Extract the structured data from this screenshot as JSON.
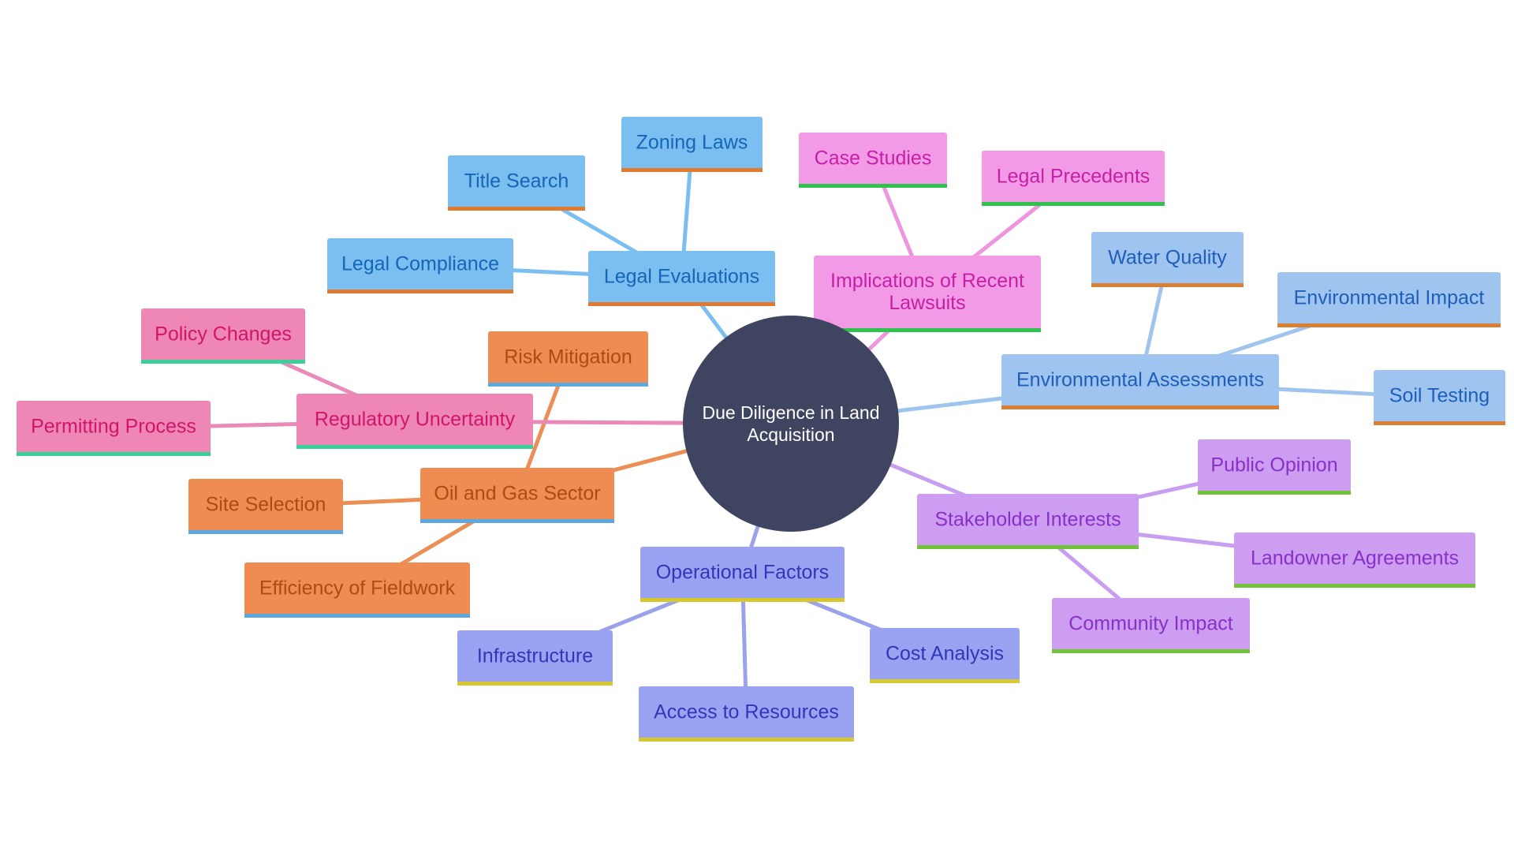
{
  "center": {
    "lines": [
      "Due Diligence in Land",
      "Acquisition"
    ],
    "fill": "#3f4560"
  },
  "branches": [
    {
      "id": "legal-evaluations",
      "label": [
        "Legal Evaluations"
      ],
      "fill": "#7bbef0",
      "text": "#1565b8",
      "underline": "#e07a30",
      "line": "#7bbef0",
      "children": [
        {
          "id": "zoning-laws",
          "label": [
            "Zoning Laws"
          ]
        },
        {
          "id": "title-search",
          "label": [
            "Title Search"
          ]
        },
        {
          "id": "legal-compliance",
          "label": [
            "Legal Compliance"
          ]
        }
      ]
    },
    {
      "id": "implications-of-recent-lawsuits",
      "label": [
        "Implications of Recent",
        "Lawsuits"
      ],
      "fill": "#f39ae6",
      "text": "#c51fa8",
      "underline": "#2fc24f",
      "line": "#ee95e0",
      "children": [
        {
          "id": "case-studies",
          "label": [
            "Case Studies"
          ]
        },
        {
          "id": "legal-precedents",
          "label": [
            "Legal Precedents"
          ]
        }
      ]
    },
    {
      "id": "environmental-assessments",
      "label": [
        "Environmental Assessments"
      ],
      "fill": "#9fc4f0",
      "text": "#1d5fb8",
      "underline": "#d98032",
      "line": "#9fc4ee",
      "children": [
        {
          "id": "water-quality",
          "label": [
            "Water Quality"
          ]
        },
        {
          "id": "environmental-impact",
          "label": [
            "Environmental Impact"
          ]
        },
        {
          "id": "soil-testing",
          "label": [
            "Soil Testing"
          ]
        }
      ]
    },
    {
      "id": "stakeholder-interests",
      "label": [
        "Stakeholder Interests"
      ],
      "fill": "#cc9df0",
      "text": "#8a2fc8",
      "underline": "#72c23a",
      "line": "#c89ef0",
      "children": [
        {
          "id": "public-opinion",
          "label": [
            "Public Opinion"
          ]
        },
        {
          "id": "landowner-agreements",
          "label": [
            "Landowner Agreements"
          ]
        },
        {
          "id": "community-impact",
          "label": [
            "Community Impact"
          ]
        }
      ]
    },
    {
      "id": "operational-factors",
      "label": [
        "Operational Factors"
      ],
      "fill": "#9aa2f2",
      "text": "#3036b8",
      "underline": "#d6c82e",
      "line": "#9aa2ec",
      "children": [
        {
          "id": "infrastructure",
          "label": [
            "Infrastructure"
          ]
        },
        {
          "id": "access-to-resources",
          "label": [
            "Access to Resources"
          ]
        },
        {
          "id": "cost-analysis",
          "label": [
            "Cost Analysis"
          ]
        }
      ]
    },
    {
      "id": "oil-and-gas-sector",
      "label": [
        "Oil and Gas Sector"
      ],
      "fill": "#ee8c52",
      "text": "#b04a10",
      "underline": "#5ea8e0",
      "line": "#ec8f56",
      "children": [
        {
          "id": "risk-mitigation",
          "label": [
            "Risk Mitigation"
          ]
        },
        {
          "id": "site-selection",
          "label": [
            "Site Selection"
          ]
        },
        {
          "id": "efficiency-of-fieldwork",
          "label": [
            "Efficiency of Fieldwork"
          ]
        }
      ]
    },
    {
      "id": "regulatory-uncertainty",
      "label": [
        "Regulatory Uncertainty"
      ],
      "fill": "#ee86b6",
      "text": "#d0156a",
      "underline": "#3ad09a",
      "line": "#e98ab8",
      "children": [
        {
          "id": "policy-changes",
          "label": [
            "Policy Changes"
          ]
        },
        {
          "id": "permitting-process",
          "label": [
            "Permitting Process"
          ]
        }
      ]
    }
  ]
}
